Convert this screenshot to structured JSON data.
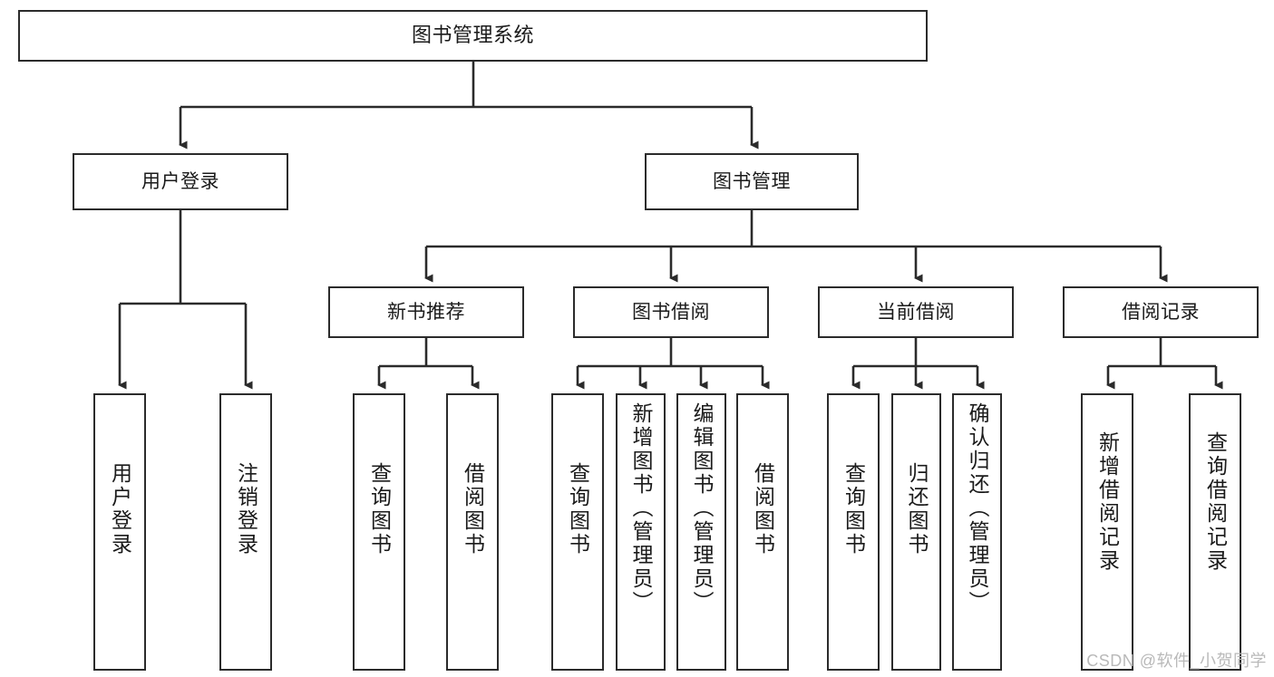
{
  "diagram": {
    "title": "图书管理系统",
    "root": {
      "label": "图书管理系统"
    },
    "level2": [
      {
        "label": "用户登录"
      },
      {
        "label": "图书管理"
      }
    ],
    "level3": [
      {
        "label": "新书推荐"
      },
      {
        "label": "图书借阅"
      },
      {
        "label": "当前借阅"
      },
      {
        "label": "借阅记录"
      }
    ],
    "leaves": {
      "user_login": [
        {
          "label": "用户登录"
        },
        {
          "label": "注销登录"
        }
      ],
      "new_book": [
        {
          "label": "查询图书"
        },
        {
          "label": "借阅图书"
        }
      ],
      "book_borrow": [
        {
          "label": "查询图书"
        },
        {
          "label": "新增图书（管理员）"
        },
        {
          "label": "编辑图书（管理员）"
        },
        {
          "label": "借阅图书"
        }
      ],
      "current_borrow": [
        {
          "label": "查询图书"
        },
        {
          "label": "归还图书"
        },
        {
          "label": "确认归还（管理员）"
        }
      ],
      "borrow_record": [
        {
          "label": "新增借阅记录"
        },
        {
          "label": "查询借阅记录"
        }
      ]
    },
    "watermark": "CSDN @软件_小贺同学",
    "colors": {
      "stroke": "#2b2b2b",
      "fill": "#ffffff",
      "text": "#1a1a1a",
      "watermark": "#b9b9b9"
    }
  }
}
